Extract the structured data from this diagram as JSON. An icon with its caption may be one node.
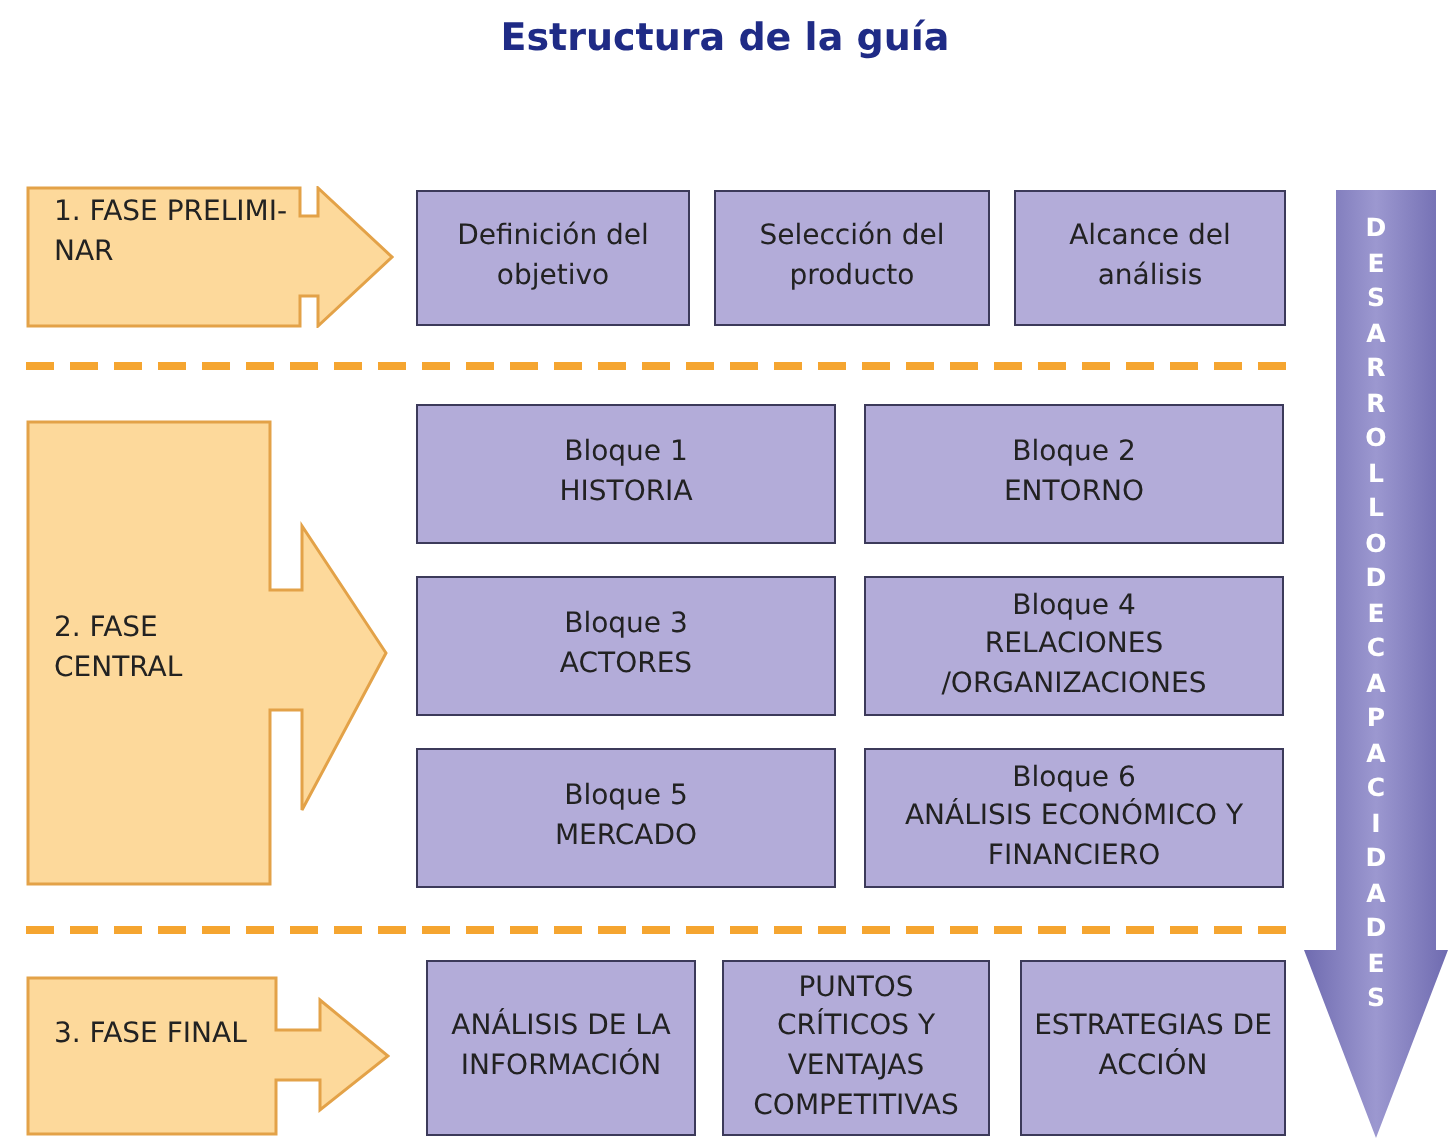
{
  "diagram": {
    "title": "Estructura de la guía",
    "nodes": [
      {
        "text": [
          "1. FASE PRELIMI- NAR"
        ]
      },
      {
        "text": [
          "Definición del objetivo"
        ]
      },
      {
        "text": [
          "Selección del producto"
        ]
      },
      {
        "text": [
          "Alcance del análisis"
        ]
      },
      {
        "text": [
          "2. FASE CENTRAL"
        ]
      },
      {
        "text": [
          "Bloque 1",
          "HISTORIA"
        ]
      },
      {
        "text": [
          "Bloque 2",
          "ENTORNO"
        ]
      },
      {
        "text": [
          "Bloque 3",
          "ACTORES"
        ]
      },
      {
        "text": [
          "Bloque 4",
          "RELACIONES /ORGANIZACIONES"
        ]
      },
      {
        "text": [
          "Bloque 5",
          "MERCADO"
        ]
      },
      {
        "text": [
          "Bloque 6",
          "ANÁLISIS ECONÓMICO Y FINANCIERO"
        ]
      },
      {
        "text": [
          "3. FASE FINAL"
        ]
      },
      {
        "text": [
          "ANÁLISIS DE LA INFORMACIÓN"
        ]
      },
      {
        "text": [
          "PUNTOS CRÍTICOS Y VENTAJAS COMPETITIVAS"
        ]
      },
      {
        "text": [
          "ESTRATEGIAS DE ACCIÓN"
        ]
      },
      {
        "text": [
          "DESARROLLO DE CAPACIDADES"
        ]
      }
    ]
  }
}
